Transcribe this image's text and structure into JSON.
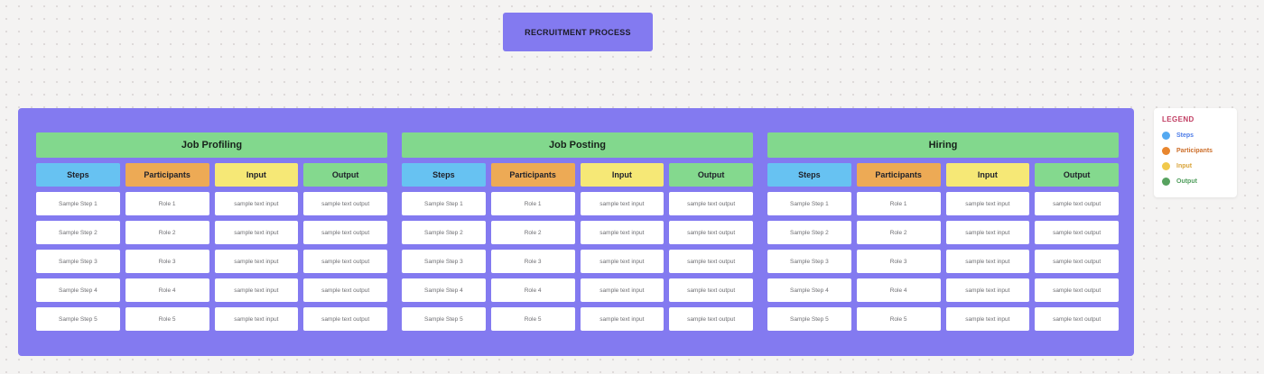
{
  "title_banner": "RECRUITMENT PROCESS",
  "board": {
    "sections": [
      {
        "title": "Job Profiling",
        "columns": [
          "Steps",
          "Participants",
          "Input",
          "Output"
        ],
        "rows": [
          [
            "Sample Step 1",
            "Role 1",
            "sample text input",
            "sample text output"
          ],
          [
            "Sample Step 2",
            "Role 2",
            "sample text input",
            "sample text output"
          ],
          [
            "Sample Step 3",
            "Role 3",
            "sample text input",
            "sample text output"
          ],
          [
            "Sample Step 4",
            "Role 4",
            "sample text input",
            "sample text output"
          ],
          [
            "Sample Step 5",
            "Role 5",
            "sample text input",
            "sample text output"
          ]
        ]
      },
      {
        "title": "Job Posting",
        "columns": [
          "Steps",
          "Participants",
          "Input",
          "Output"
        ],
        "rows": [
          [
            "Sample Step 1",
            "Role 1",
            "sample text input",
            "sample text output"
          ],
          [
            "Sample Step 2",
            "Role 2",
            "sample text input",
            "sample text output"
          ],
          [
            "Sample Step 3",
            "Role 3",
            "sample text input",
            "sample text output"
          ],
          [
            "Sample Step 4",
            "Role 4",
            "sample text input",
            "sample text output"
          ],
          [
            "Sample Step 5",
            "Role 5",
            "sample text input",
            "sample text output"
          ]
        ]
      },
      {
        "title": "Hiring",
        "columns": [
          "Steps",
          "Participants",
          "Input",
          "Output"
        ],
        "rows": [
          [
            "Sample Step 1",
            "Role 1",
            "sample text input",
            "sample text output"
          ],
          [
            "Sample Step 2",
            "Role 2",
            "sample text input",
            "sample text output"
          ],
          [
            "Sample Step 3",
            "Role 3",
            "sample text input",
            "sample text output"
          ],
          [
            "Sample Step 4",
            "Role 4",
            "sample text input",
            "sample text output"
          ],
          [
            "Sample Step 5",
            "Role 5",
            "sample text input",
            "sample text output"
          ]
        ]
      }
    ]
  },
  "legend": {
    "title": "LEGEND",
    "items": [
      {
        "label": "Steps",
        "dot_color": "#54a9f1",
        "text_color": "#4d7ce8"
      },
      {
        "label": "Participants",
        "dot_color": "#e8862e",
        "text_color": "#cc6e2a"
      },
      {
        "label": "Input",
        "dot_color": "#f1c94c",
        "text_color": "#d9a43a"
      },
      {
        "label": "Output",
        "dot_color": "#57a25f",
        "text_color": "#4f9d5c"
      }
    ]
  },
  "colors": {
    "board_purple": "#837af0",
    "section_green": "#82d88d",
    "col_steps": "#67c2f2",
    "col_participants": "#edaa55",
    "col_input": "#f6e876",
    "col_output": "#84d98e"
  }
}
